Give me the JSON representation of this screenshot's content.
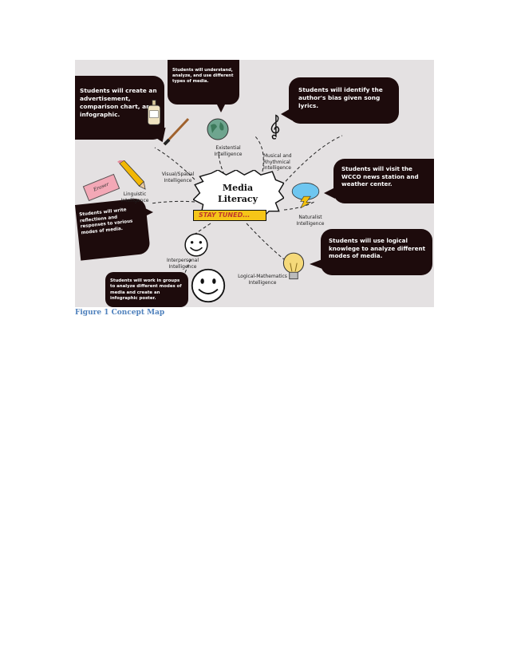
{
  "figure": {
    "center_title_line1": "Media",
    "center_title_line2": "Literacy",
    "banner": "STAY TUNED...",
    "bubbles": {
      "top_left": "Students will create an advertisement, comparison chart, and infographic.",
      "top_center": "Students will understand, analyze, and use different types of media.",
      "top_right": "Students will identify the author's bias given song lyrics.",
      "mid_right": "Students will visit the WCCO news station and weather center.",
      "left": "Students will write reflections and responses to various modes of media.",
      "lower_right": "Students will use logical knowlege to analyze different modes of media.",
      "bottom": "Students will work in groups to analyze different modes of media and create an infographic poster."
    },
    "labels": {
      "existential": "Existential Intelligence",
      "musical": "Musical and Rhythmical Intelligence",
      "visual": "Visual/Spatial Intelligence",
      "linguistic": "Linguistic Intelligence",
      "naturalist": "Naturalist Intelligence",
      "interpersonal": "Interpersonal Intelligence",
      "logical": "Logical-Mathematics Intelligence"
    },
    "eraser_text": "Eraser",
    "colors": {
      "bubble": "#1d0b0c",
      "background": "#e4e1e2",
      "banner": "#f5c518",
      "caption": "#4f81bd"
    }
  },
  "caption": "Figure 1 Concept Map"
}
